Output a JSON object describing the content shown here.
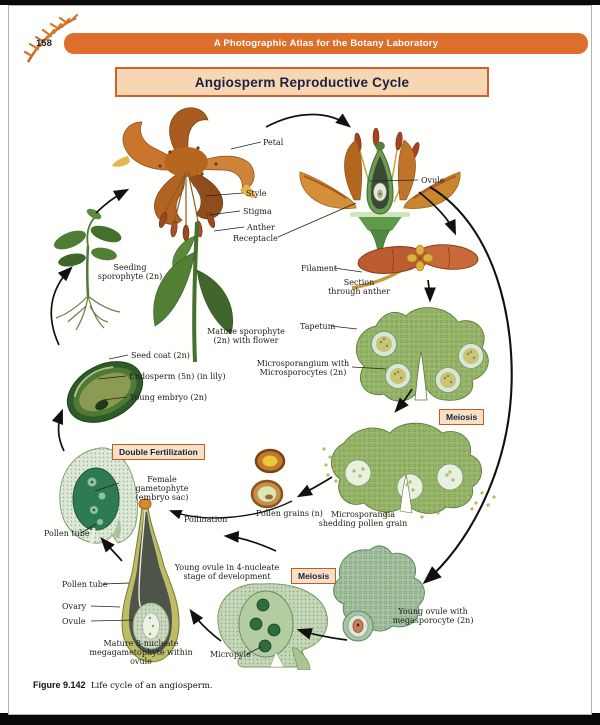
{
  "header": {
    "page_number": "158",
    "banner_title": "A Photographic Atlas for the Botany Laboratory",
    "diagram_title": "Angiosperm Reproductive Cycle"
  },
  "caption": {
    "figure": "Figure 9.142",
    "text": "Life cycle of an angiosperm."
  },
  "colors": {
    "banner_orange": "#DE6E2C",
    "title_box_fill": "#F7D6B4",
    "title_box_border": "#D2602A",
    "process_box_fill": "#F8E0C4",
    "process_box_border": "#C05A28",
    "heading_text": "#1B2140",
    "label_text": "#1C1C1C",
    "arrow_black": "#111111",
    "diagram_green": "#9CBA6E",
    "leaf_green": "#4E7A33"
  },
  "labels": {
    "petal": "Petal",
    "style": "Style",
    "stigma": "Stigma",
    "anther": "Anther",
    "receptacle": "Receptacle",
    "ovule": "Ovule",
    "filament": "Filament",
    "section_through_anther": "Section through anther",
    "tapetum": "Tapetum",
    "microsporangium": "Microsporangium with Microsporocytes (2n)",
    "meiosis": "Meiosis",
    "microsporangia_shedding": "Microsporangia shedding pollen grain",
    "pollen_grains": "Pollen grains (n)",
    "pollination": "Pollination",
    "seeding_sporophyte": "Seeding sporophyte (2n)",
    "mature_sporophyte": "Mature sporophyte (2n) with flower",
    "seed_coat": "Seed coat (2n)",
    "endosperm": "Endosperm (5n) (in lily)",
    "young_embryo": "Young embryo (2n)",
    "double_fertilization": "Double Fertilization",
    "female_gametophyte": "Female gametophyte (embryo sac)",
    "pollen_tube": "Pollen tube",
    "young_ovule_4nucleate": "Young ovule in 4-nucleate stage of development",
    "ovary": "Ovary",
    "mature_8nucleate": "Mature 8-nucleate megagametophyte within ovule",
    "micropyle": "Micropyle",
    "young_ovule_megasporocyte": "Young ovule with megasporocyte (2n)"
  }
}
